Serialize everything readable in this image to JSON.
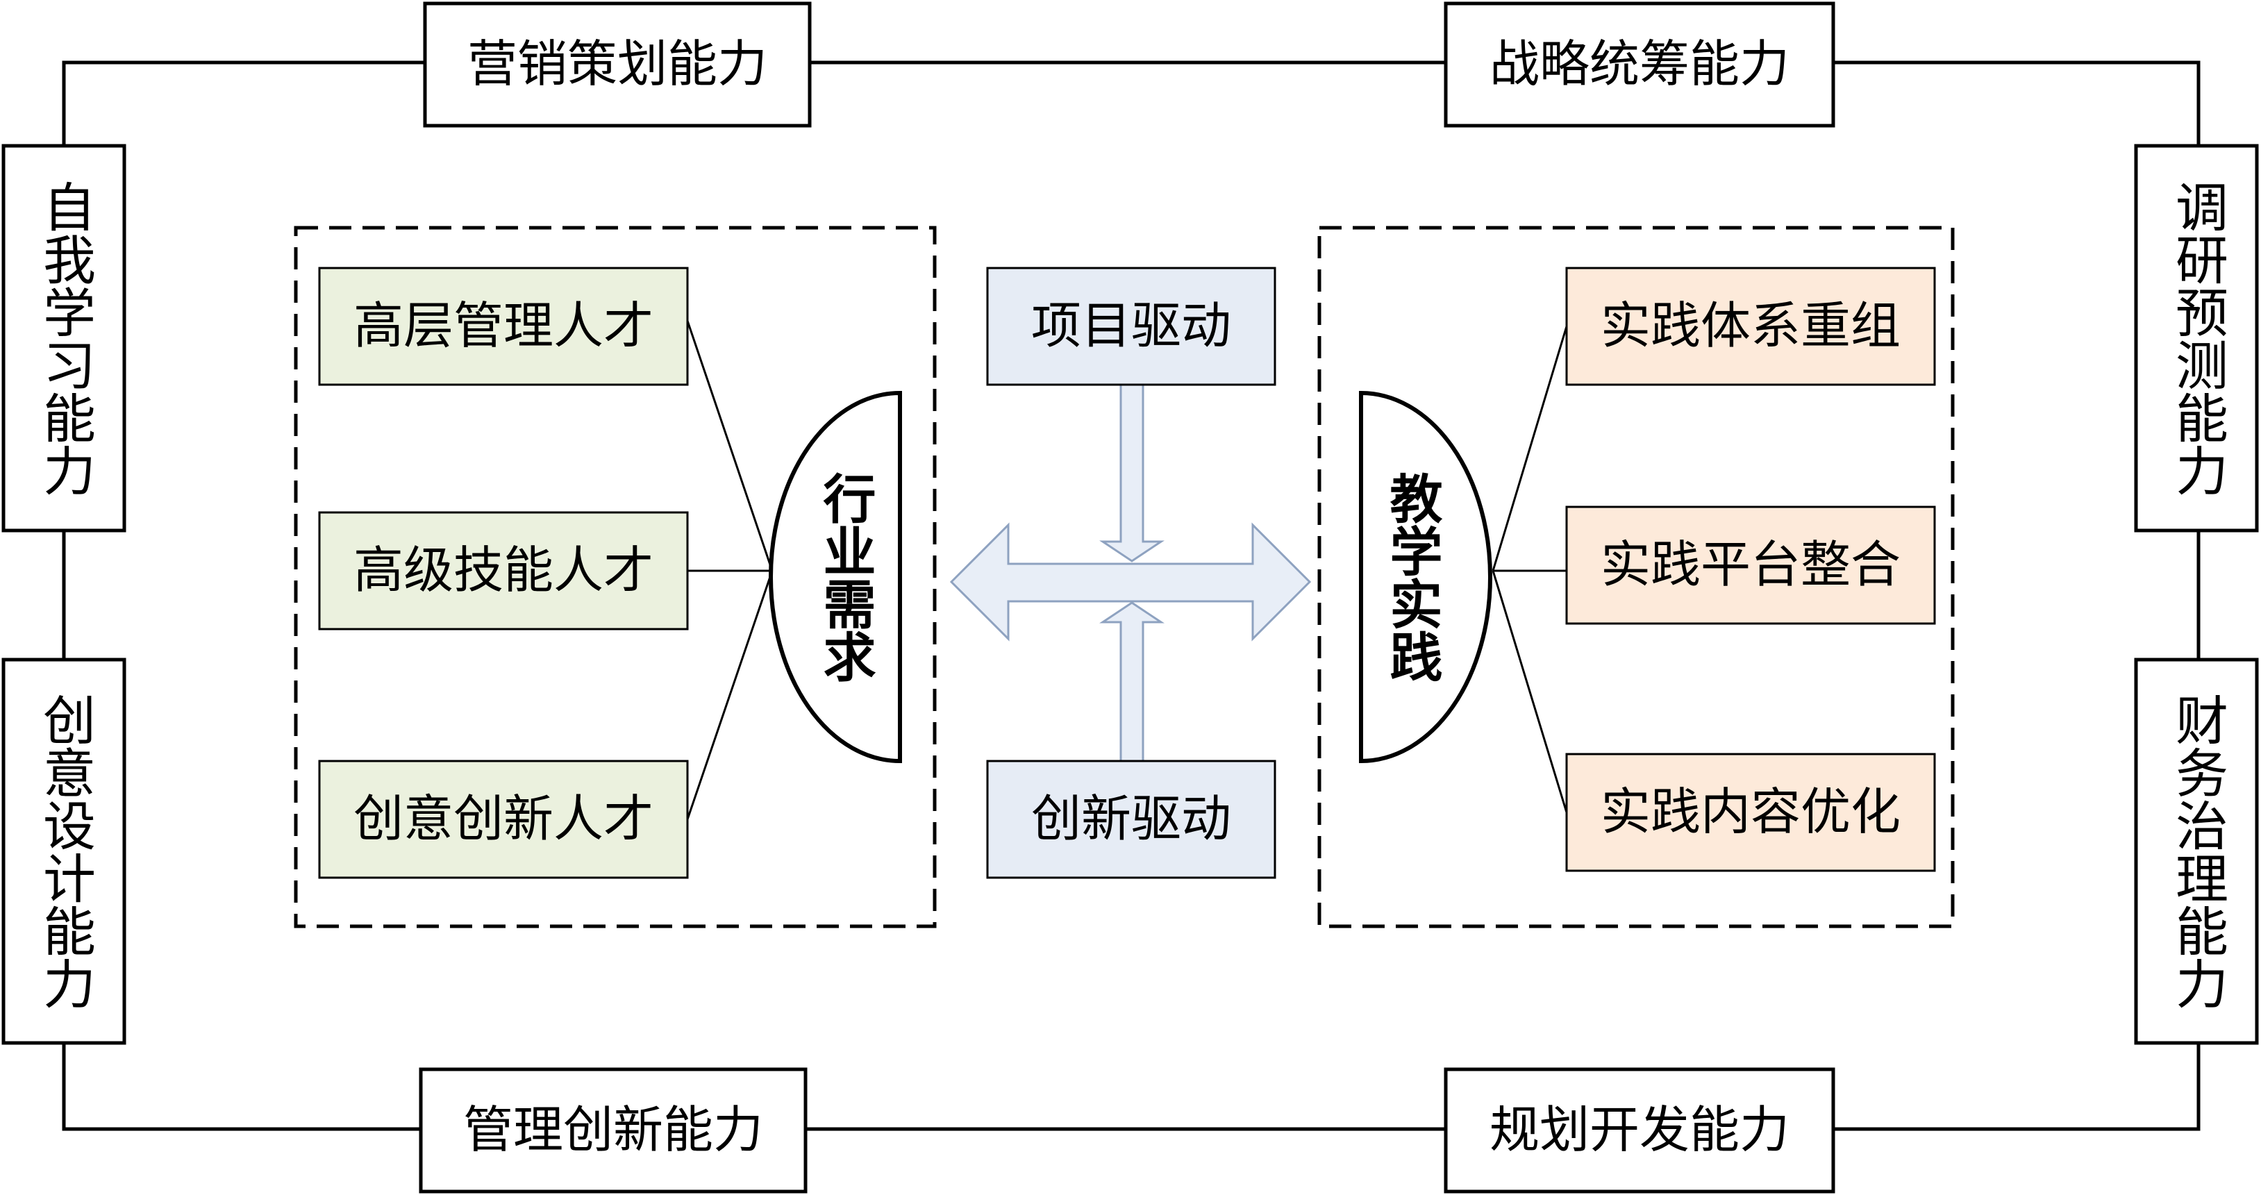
{
  "outer_abilities": {
    "top_left": "营销策划能力",
    "top_right": "战略统筹能力",
    "bottom_left": "管理创新能力",
    "bottom_right": "规划开发能力",
    "left_upper": "自我学习能力",
    "left_lower": "创意设计能力",
    "right_upper": "调研预测能力",
    "right_lower": "财务治理能力"
  },
  "industry": {
    "label": "行业需求",
    "items": [
      "高层管理人才",
      "高级技能人才",
      "创意创新人才"
    ]
  },
  "drivers": {
    "top": "项目驱动",
    "bottom": "创新驱动"
  },
  "teaching": {
    "label": "教学实践",
    "items": [
      "实践体系重组",
      "实践平台整合",
      "实践内容优化"
    ]
  },
  "colors": {
    "green_fill": "#ebf1de",
    "blue_fill": "#e6ecf5",
    "orange_fill": "#fdeada",
    "arrow_fill": "#e8eef7",
    "arrow_stroke": "#8ea2c0",
    "line": "#000000"
  }
}
